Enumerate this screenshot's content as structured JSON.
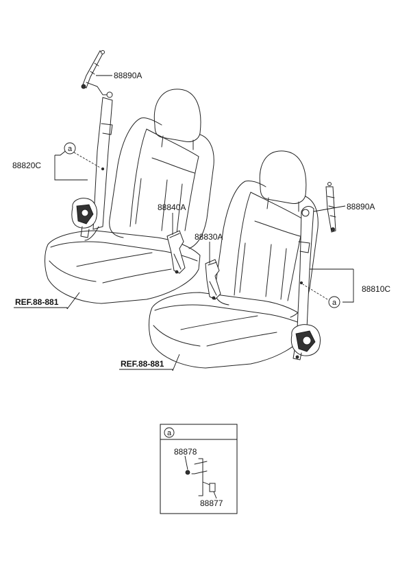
{
  "labels": {
    "anchor_left": "88890A",
    "belt_left": "88820C",
    "buckle_left": "88840A",
    "buckle_right": "88830A",
    "anchor_right": "88890A",
    "belt_right": "88810C",
    "ref_left": "REF.88-881",
    "ref_right": "REF.88-881",
    "callout": "a",
    "detail_part_upper": "88878",
    "detail_part_lower": "88877"
  }
}
